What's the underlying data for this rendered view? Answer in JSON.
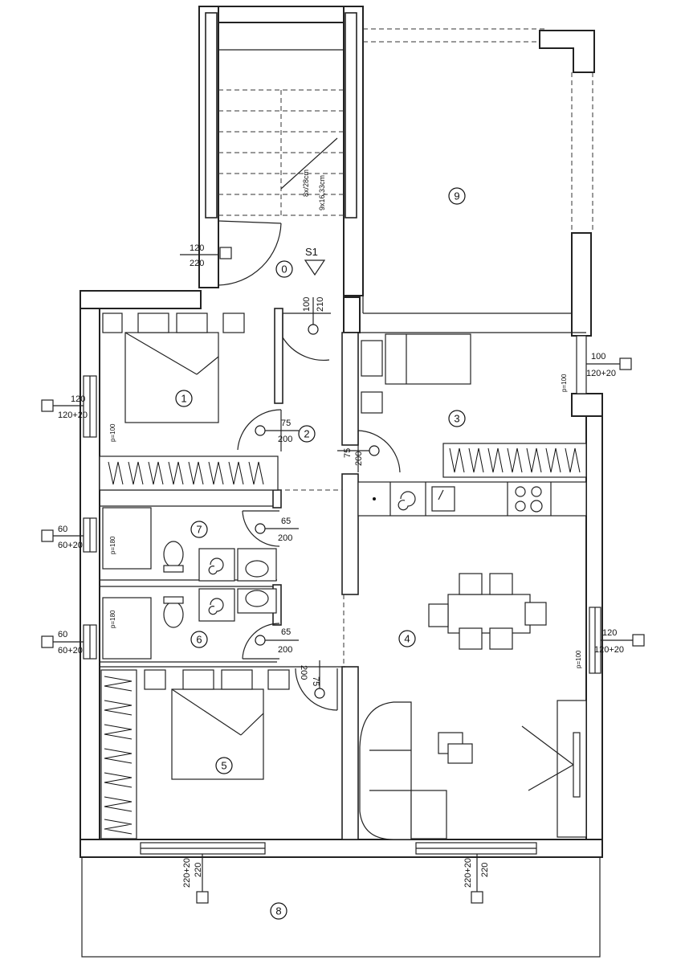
{
  "rooms": [
    {
      "id": "0"
    },
    {
      "id": "1"
    },
    {
      "id": "2"
    },
    {
      "id": "3"
    },
    {
      "id": "4"
    },
    {
      "id": "5"
    },
    {
      "id": "6"
    },
    {
      "id": "7"
    },
    {
      "id": "8"
    },
    {
      "id": "9"
    }
  ],
  "section_marker": "S1",
  "stair_labels": {
    "line1": "8x/28cm",
    "line2": "9x16,33cm"
  },
  "openings": {
    "entry_door": {
      "top": "120",
      "bottom": "220"
    },
    "door_hall_top": {
      "top": "100",
      "bottom": "210"
    },
    "door_room1": {
      "top": "75",
      "bottom": "200"
    },
    "door_room3": {
      "top": "75",
      "bottom": "200"
    },
    "door_bath7": {
      "top": "65",
      "bottom": "200"
    },
    "door_bath6": {
      "top": "65",
      "bottom": "200"
    },
    "door_room5": {
      "top": "75",
      "bottom": "200"
    },
    "win_room1": {
      "top": "120",
      "bottom": "120+20"
    },
    "win_bath7": {
      "top": "60",
      "bottom": "60+20"
    },
    "win_bath6": {
      "top": "60",
      "bottom": "60+20"
    },
    "win_room3": {
      "top": "100",
      "bottom": "120+20"
    },
    "win_room4": {
      "top": "120",
      "bottom": "120+20"
    },
    "win_bottom_left": {
      "top": "220",
      "bottom": "220+20"
    },
    "win_bottom_right": {
      "top": "220",
      "bottom": "220+20"
    }
  },
  "parapet_labels": {
    "room1": "p=100",
    "bath7": "p=180",
    "bath6": "p=180",
    "room3": "p=100",
    "room4": "p=100"
  }
}
